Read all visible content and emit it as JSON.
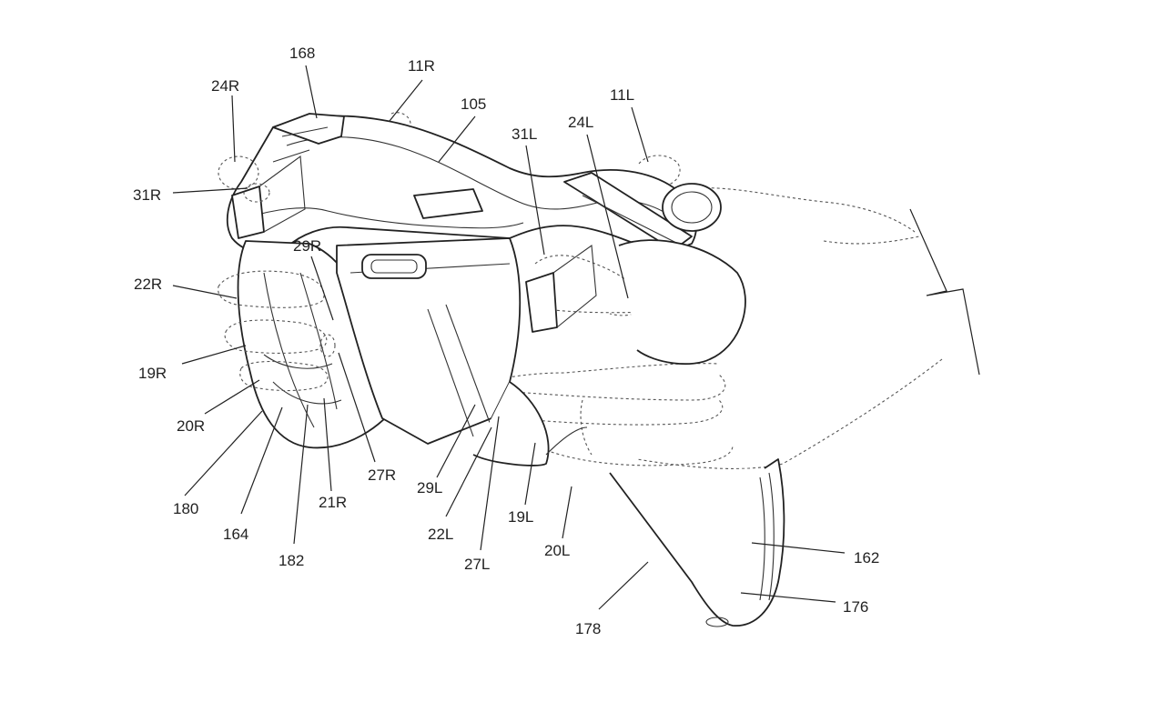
{
  "labels": {
    "l168": "168",
    "l11R": "11R",
    "l105": "105",
    "l24R": "24R",
    "l31R": "31R",
    "l11L": "11L",
    "l31L": "31L",
    "l24L": "24L",
    "l29R": "29R",
    "l22R": "22R",
    "l19R": "19R",
    "l20R": "20R",
    "l27R": "27R",
    "l21R": "21R",
    "l180": "180",
    "l164": "164",
    "l182": "182",
    "l29L": "29L",
    "l22L": "22L",
    "l27L": "27L",
    "l19L": "19L",
    "l20L": "20L",
    "l162": "162",
    "l176": "176",
    "l178": "178"
  }
}
